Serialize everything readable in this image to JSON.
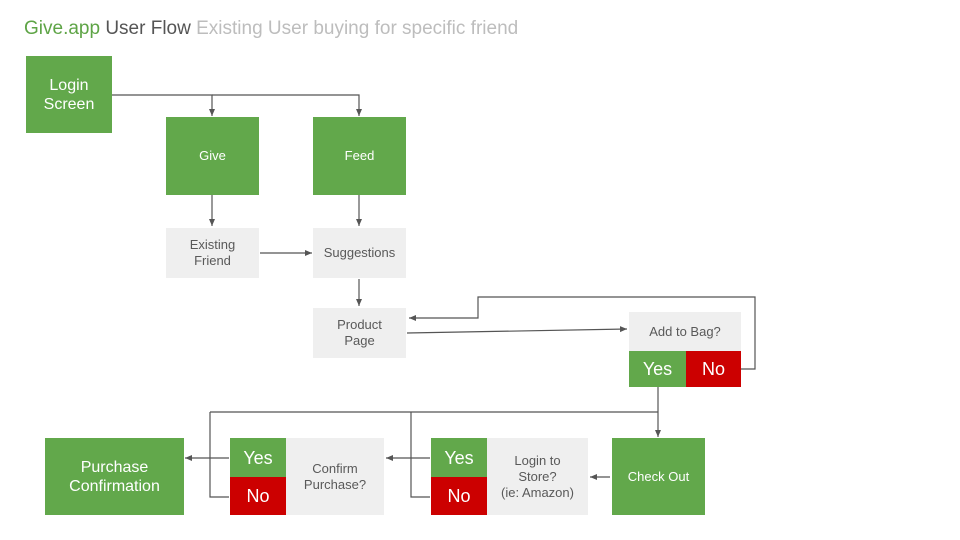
{
  "title": {
    "app": "Give.app",
    "flow": "User Flow",
    "subtitle": "Existing User buying for specific friend"
  },
  "nodes": {
    "login": "Login\nScreen",
    "give": "Give",
    "feed": "Feed",
    "existing_friend": "Existing\nFriend",
    "suggestions": "Suggestions",
    "product_page": "Product\nPage",
    "add_to_bag": "Add to Bag?",
    "add_yes": "Yes",
    "add_no": "No",
    "check_out": "Check Out",
    "login_store": "Login to\nStore?\n(ie: Amazon)",
    "store_yes": "Yes",
    "store_no": "No",
    "confirm_purchase": "Confirm\nPurchase?",
    "confirm_yes": "Yes",
    "confirm_no": "No",
    "purchase_confirmation": "Purchase\nConfirmation"
  },
  "colors": {
    "green": "#62a84b",
    "grey": "#efefef",
    "red": "#cc0000",
    "connector": "#555555"
  }
}
